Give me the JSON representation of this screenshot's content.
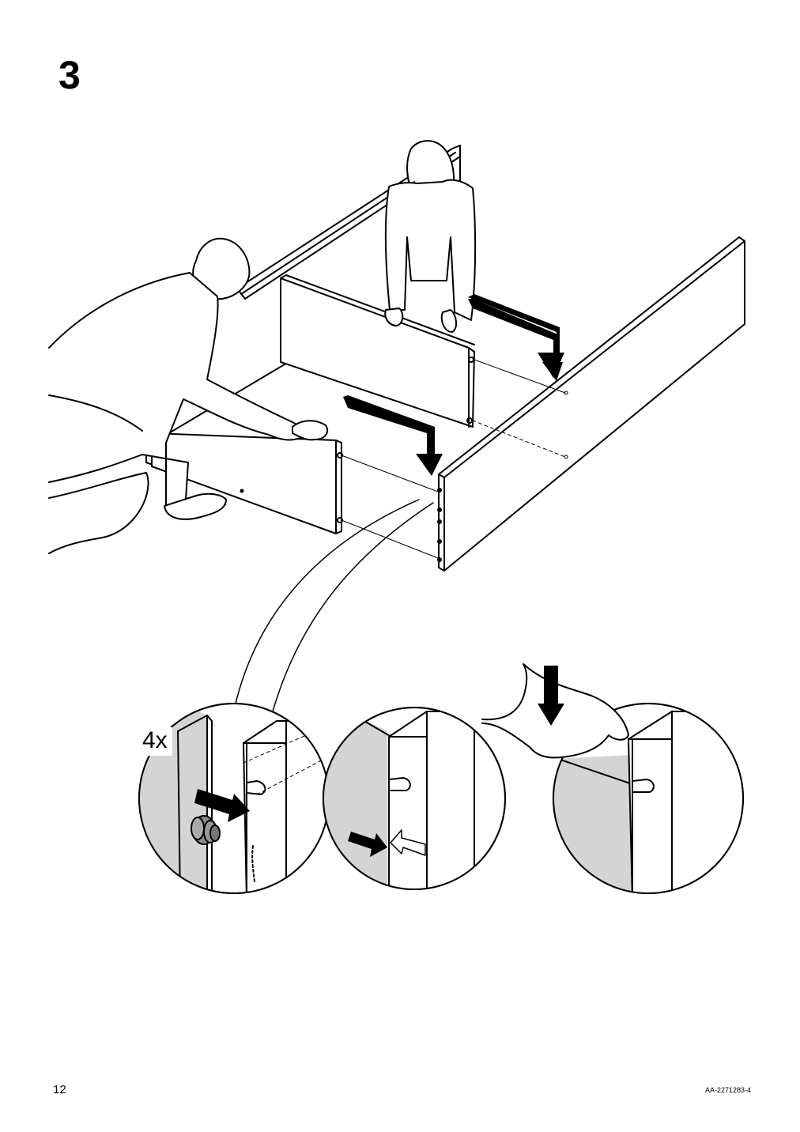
{
  "step": {
    "number": "3"
  },
  "detail": {
    "quantity": "4x"
  },
  "footer": {
    "page_number": "12",
    "document_code": "AA-2271283-4"
  },
  "colors": {
    "line": "#000000",
    "shade": "#d4d4d4",
    "background": "#ffffff"
  },
  "icons": [
    "insert-arrow-icon",
    "push-arrow-icon",
    "press-down-arrow-icon",
    "dowel-icon"
  ]
}
